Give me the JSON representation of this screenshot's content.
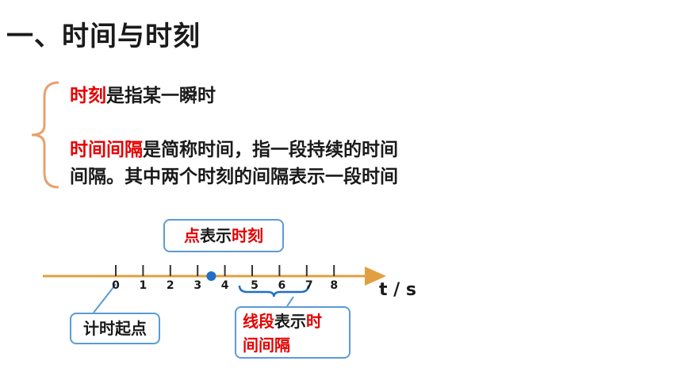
{
  "title": "一、时间与时刻",
  "definitions": {
    "moment_term": "时刻",
    "moment_rest": "是指某一瞬时",
    "interval_term": "时间间隔",
    "interval_rest_line1": "是简称时间，指一段持续的时间",
    "interval_line2": "间隔。其中两个时刻的间隔表示一段时间"
  },
  "axis": {
    "ticks": [
      "0",
      "1",
      "2",
      "3",
      "4",
      "5",
      "6",
      "7",
      "8"
    ],
    "unit": "t / s",
    "point_value": 3.5,
    "segment_range": [
      5,
      7
    ]
  },
  "callouts": {
    "point": {
      "part1": "点",
      "part2": "表示",
      "part3": "时刻"
    },
    "segment": {
      "part1": "线段",
      "part2": "表示",
      "part3": "时",
      "part4": "间间隔"
    },
    "origin": "计时起点"
  },
  "colors": {
    "highlight": "#e60000",
    "axis": "#e0a040",
    "callout_border": "#5b9bd5",
    "point": "#1f6fc5",
    "brace": "#e8a070"
  }
}
